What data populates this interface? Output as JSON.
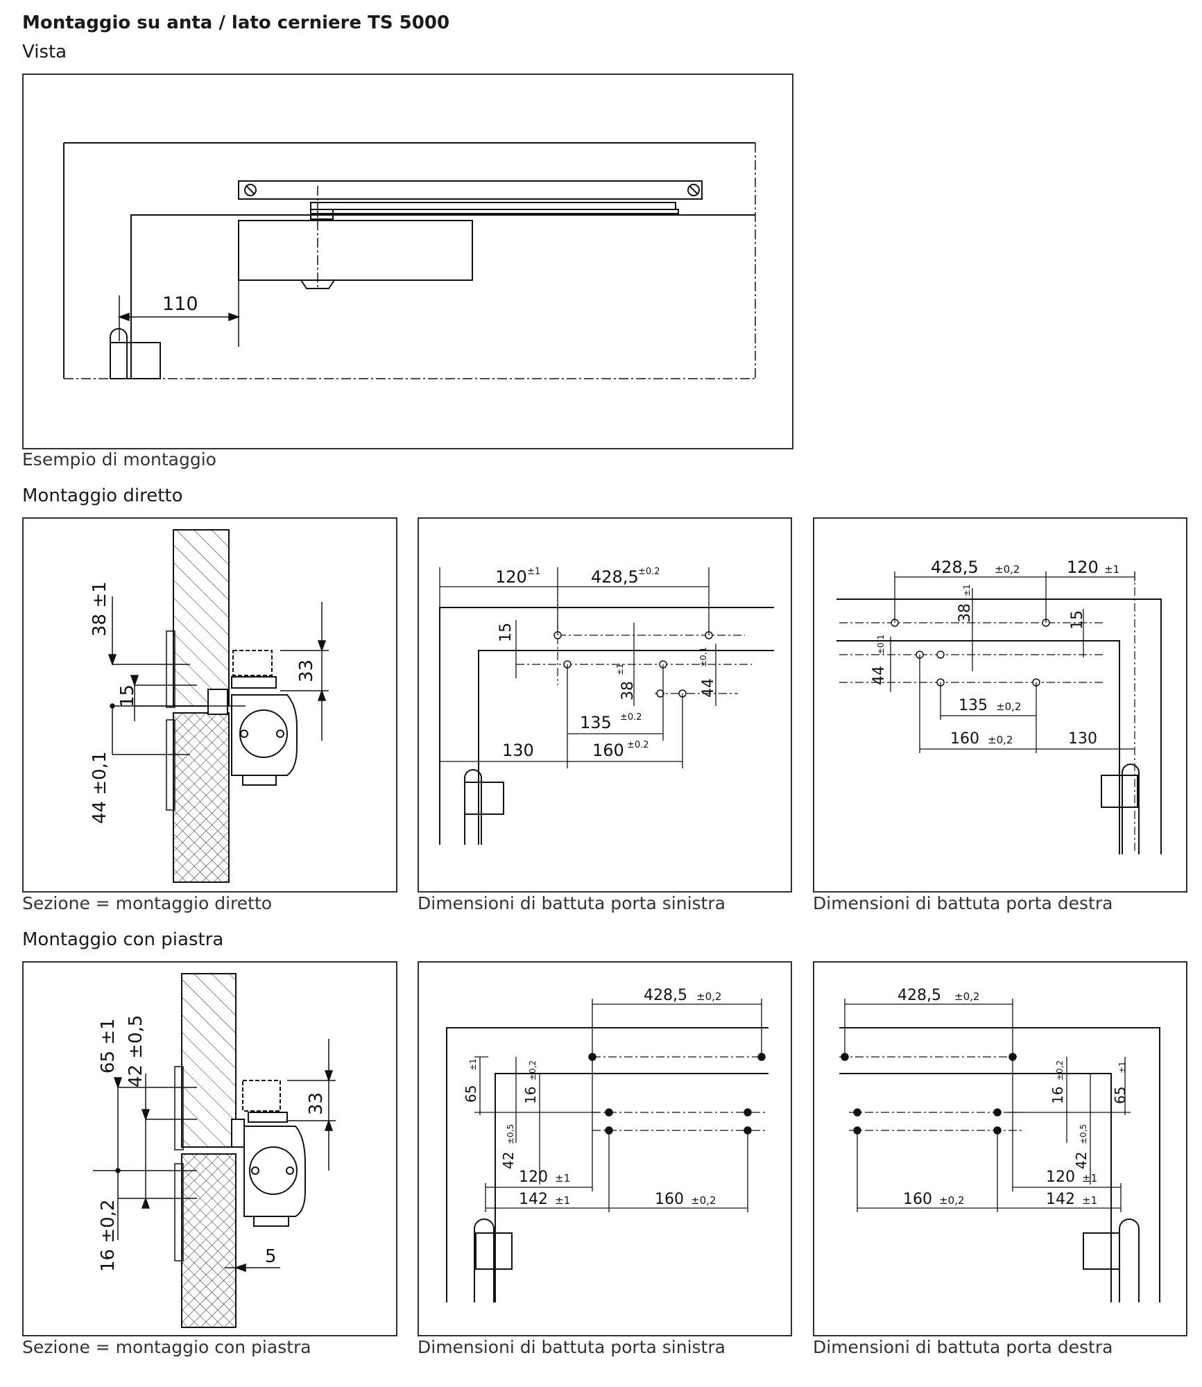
{
  "page": {
    "title": "Montaggio su anta / lato cerniere TS 5000",
    "subtitle_view": "Vista",
    "caption_example": "Esempio di montaggio",
    "section_direct": "Montaggio diretto",
    "section_plate": "Montaggio con piastra"
  },
  "panels": {
    "view": {
      "dim_110": "110"
    },
    "direct_section": {
      "caption": "Sezione = montaggio diretto",
      "d38": "38 ±1",
      "d15": "15",
      "d33": "33",
      "d44": "44 ±0,1"
    },
    "direct_left": {
      "caption": "Dimensioni di battuta porta sinistra",
      "d120": "120",
      "t120": "±1",
      "d428": "428,5",
      "t428": "±0.2",
      "d15": "15",
      "d38": "38",
      "t38": "±1",
      "d44": "44",
      "t44": "±0,1",
      "d135": "135",
      "t135": "±0.2",
      "d130": "130",
      "d160": "160",
      "t160": "±0.2"
    },
    "direct_right": {
      "caption": "Dimensioni di battuta porta destra",
      "d428": "428,5",
      "t428": "±0,2",
      "d120": "120",
      "t120": "±1",
      "d38": "38",
      "t38": "±1",
      "d15": "15",
      "d44": "44",
      "t44": "±0,1",
      "d135": "135",
      "t135": "±0,2",
      "d160": "160",
      "t160": "±0,2",
      "d130": "130"
    },
    "plate_section": {
      "caption": "Sezione = montaggio con piastra",
      "d65": "65 ±1",
      "d42": "42 ±0,5",
      "d33": "33",
      "d16": "16 ±0,2",
      "d5": "5"
    },
    "plate_left": {
      "caption": "Dimensioni di battuta porta sinistra",
      "d428": "428,5",
      "t428": "±0,2",
      "d65": "65",
      "t65": "±1",
      "d16": "16",
      "t16": "±0,2",
      "d42": "42",
      "t42": "±0,5",
      "d120": "120",
      "t120": "±1",
      "d142": "142",
      "t142": "±1",
      "d160": "160",
      "t160": "±0,2"
    },
    "plate_right": {
      "caption": "Dimensioni di battuta porta destra",
      "d428": "428,5",
      "t428": "±0,2",
      "d16": "16",
      "t16": "±0,2",
      "d65": "65",
      "t65": "±1",
      "d42": "42",
      "t42": "±0,5",
      "d120": "120",
      "t120": "±1",
      "d160": "160",
      "t160": "±0,2",
      "d142": "142",
      "t142": "±1"
    }
  }
}
